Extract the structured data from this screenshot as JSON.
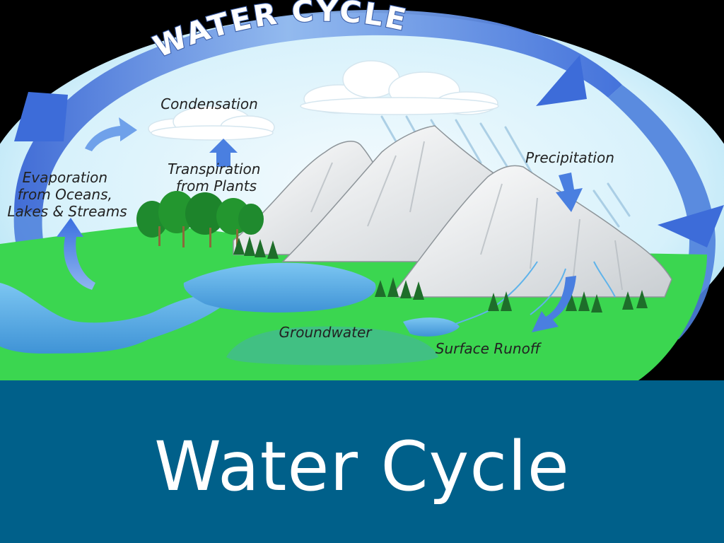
{
  "diagram": {
    "arc_title": "WATER CYCLE",
    "labels": {
      "condensation": "Condensation",
      "evaporation": [
        "Evaporation",
        "from Oceans,",
        "Lakes & Streams"
      ],
      "transpiration": [
        "Transpiration",
        "from Plants"
      ],
      "precipitation": "Precipitation",
      "groundwater": "Groundwater",
      "surface_runoff": "Surface Runoff"
    },
    "colors": {
      "sky": "#dff4fb",
      "land": "#3bd650",
      "water": "#5fb3ea",
      "arrow": "#4a7fe0",
      "caption_bar": "#00608a"
    }
  },
  "caption": {
    "title": "Water Cycle"
  }
}
